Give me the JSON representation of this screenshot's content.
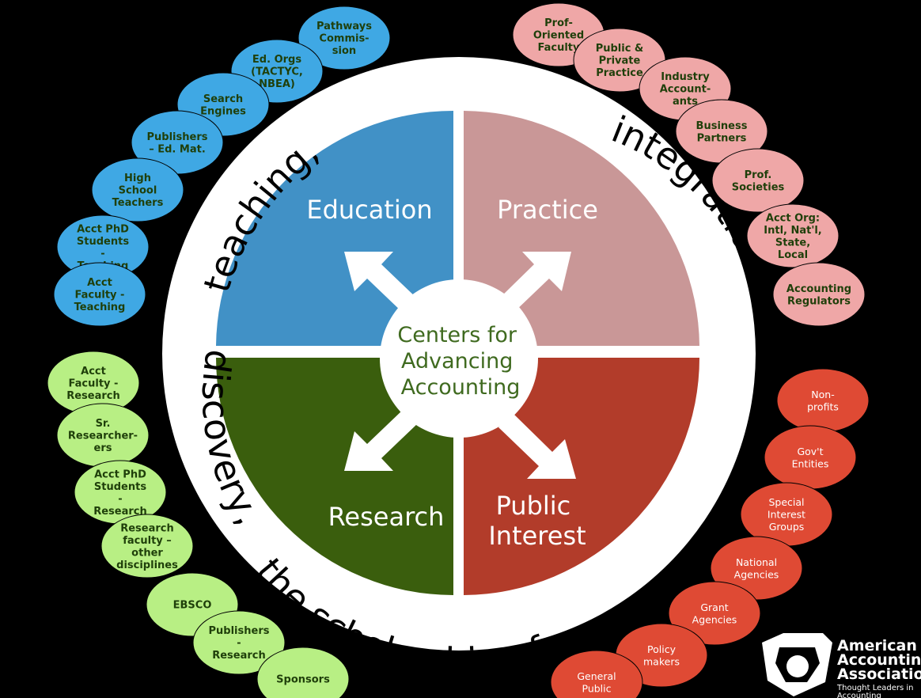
{
  "center": {
    "lines": [
      "Centers for",
      "Advancing",
      "Accounting"
    ]
  },
  "quadrants": {
    "education": {
      "lines": [
        "Education"
      ],
      "color": "#4191c6"
    },
    "practice": {
      "lines": [
        "Practice"
      ],
      "color": "#c99797"
    },
    "research": {
      "lines": [
        "Research"
      ],
      "color": "#3a5e0d"
    },
    "public_interest": {
      "lines": [
        "Public",
        "Interest"
      ],
      "color": "#b23c2a"
    }
  },
  "ring": {
    "teaching": "teaching,",
    "integration": "integration & application",
    "discovery": "discovery,",
    "scholarship": "the scholarship of..."
  },
  "bubbles": {
    "education": {
      "color": "#3fa8e4",
      "items": [
        [
          "Pathways",
          "Commis-",
          "sion"
        ],
        [
          "Ed. Orgs",
          "(TACTYC,",
          "NBEA)"
        ],
        [
          "Search",
          "Engines"
        ],
        [
          "Publishers",
          "– Ed. Mat."
        ],
        [
          "High",
          "School",
          "Teachers"
        ],
        [
          "Acct PhD",
          "Students",
          "-",
          "Teaching"
        ],
        [
          "Acct",
          "Faculty -",
          "Teaching"
        ]
      ]
    },
    "practice": {
      "color": "#efa7a7",
      "items": [
        [
          "Prof-",
          "Oriented",
          "Faculty"
        ],
        [
          "Public &",
          "Private",
          "Practice"
        ],
        [
          "Industry",
          "Account-",
          "ants"
        ],
        [
          "Business",
          "Partners"
        ],
        [
          "Prof.",
          "Societies"
        ],
        [
          "Acct Org:",
          "Intl, Nat'l,",
          "State,",
          "Local"
        ],
        [
          "Accounting",
          "Regulators"
        ]
      ]
    },
    "research": {
      "color": "#b8ef84",
      "items": [
        [
          "Acct",
          "Faculty -",
          "Research"
        ],
        [
          "Sr.",
          "Researcher-",
          "ers"
        ],
        [
          "Acct PhD",
          "Students",
          "-",
          "Research"
        ],
        [
          "Research",
          "faculty –",
          "other",
          "disciplines"
        ],
        [
          "EBSCO"
        ],
        [
          "Publishers",
          "-",
          "Research"
        ],
        [
          "Sponsors"
        ]
      ]
    },
    "public_interest": {
      "color": "#df4a34",
      "items": [
        [
          "Non-",
          "profits"
        ],
        [
          "Gov't",
          "Entities"
        ],
        [
          "Special",
          "Interest",
          "Groups"
        ],
        [
          "National",
          "Agencies"
        ],
        [
          "Grant",
          "Agencies"
        ],
        [
          "Policy",
          "makers"
        ],
        [
          "General",
          "Public"
        ]
      ]
    }
  },
  "logo": {
    "lines": [
      "American",
      "Accounting",
      "Association"
    ],
    "tagline": [
      "Thought Leaders in",
      "Accounting"
    ]
  }
}
